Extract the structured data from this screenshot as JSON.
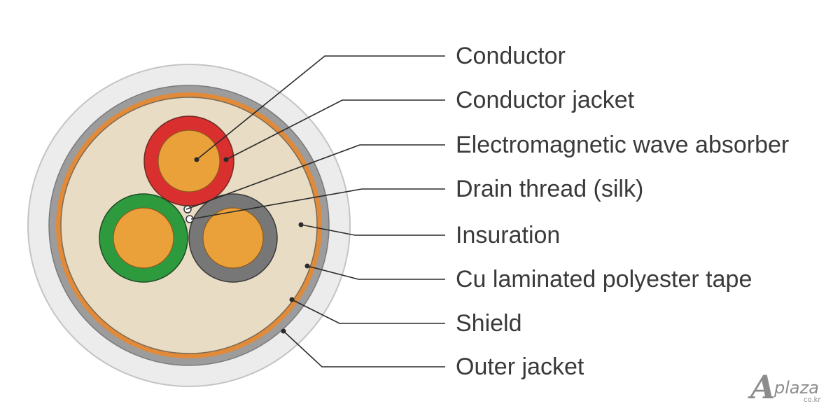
{
  "labels": {
    "conductor": "Conductor",
    "conductor_jacket": "Conductor jacket",
    "em_absorber": "Electromagnetic wave absorber",
    "drain_thread": "Drain thread (silk)",
    "insulation": "Insuration",
    "cu_tape": "Cu laminated polyester tape",
    "shield": "Shield",
    "outer_jacket": "Outer jacket"
  },
  "logo": {
    "mark": "A",
    "word": "plaza",
    "suffix": "co.kr"
  },
  "colors": {
    "outer_jacket": "#ececec",
    "shield": "#9c9c9c",
    "cu_tape": "#e08a3a",
    "filler": "#e8dcc4",
    "conductor": "#eba13a",
    "jacket_red": "#d9302f",
    "jacket_green": "#2e9a3e",
    "jacket_gray": "#777777",
    "leader": "#2a2a2a",
    "label_text": "#3a3a3a"
  }
}
